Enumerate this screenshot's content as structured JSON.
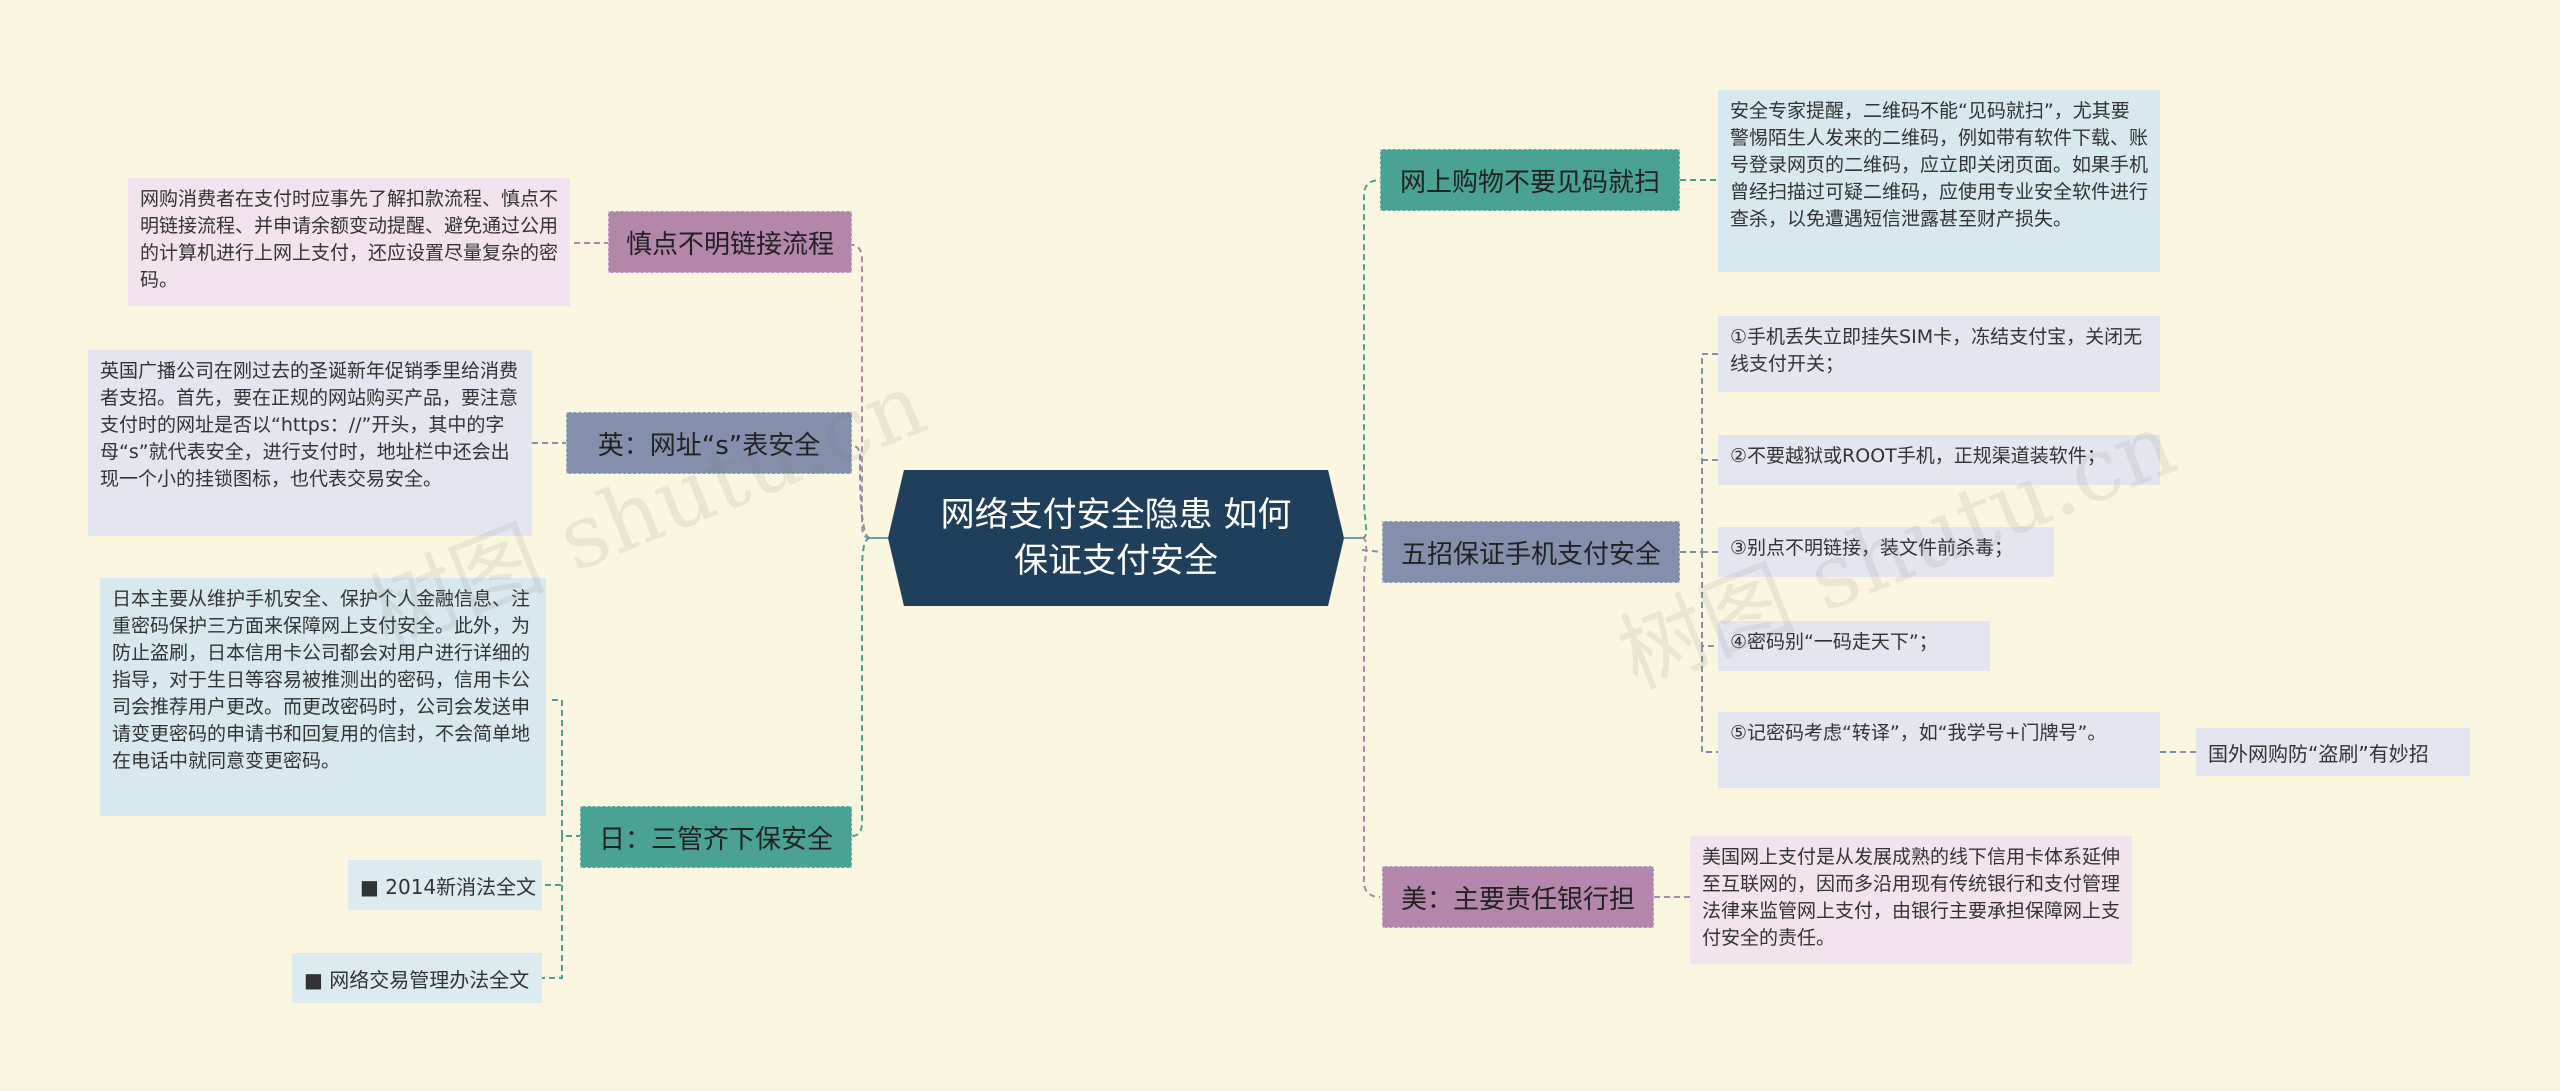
{
  "center": {
    "title": "网络支付安全隐患 如何保证支付安全"
  },
  "left": [
    {
      "id": "caution",
      "label": "慎点不明链接流程",
      "color": "#b386ac",
      "detail": "网购消费者在支付时应事先了解扣款流程、慎点不明链接流程、并申请余额变动提醒、避免通过公用的计算机进行上网上支付，还应设置尽量复杂的密码。"
    },
    {
      "id": "uk",
      "label": "英：网址“s”表安全",
      "color": "#8490ab",
      "detail": "英国广播公司在刚过去的圣诞新年促销季里给消费者支招。首先，要在正规的网站购买产品，要注意支付时的网址是否以“https：//”开头，其中的字母“s”就代表安全，进行支付时，地址栏中还会出现一个小的挂锁图标，也代表交易安全。"
    },
    {
      "id": "japan",
      "label": "日：三管齐下保安全",
      "color": "#4aa294",
      "detail": "日本主要从维护手机安全、保护个人金融信息、注重密码保护三方面来保障网上支付安全。此外，为防止盗刷，日本信用卡公司都会对用户进行详细的指导，对于生日等容易被推测出的密码，信用卡公司会推荐用户更改。而更改密码时，公司会发送申请变更密码的申请书和回复用的信封，不会简单地在电话中就同意变更密码。",
      "links": [
        "■ 2014新消法全文",
        "■ 网络交易管理办法全文"
      ]
    }
  ],
  "right": [
    {
      "id": "qr",
      "label": "网上购物不要见码就扫",
      "color": "#4aa294",
      "detail": "安全专家提醒，二维码不能“见码就扫”，尤其要警惕陌生人发来的二维码，例如带有软件下载、账号登录网页的二维码，应立即关闭页面。如果手机曾经扫描过可疑二维码，应使用专业安全软件进行查杀，以免遭遇短信泄露甚至财产损失。"
    },
    {
      "id": "five",
      "label": "五招保证手机支付安全",
      "color": "#8490ab",
      "tips": [
        "①手机丢失立即挂失SIM卡，冻结支付宝，关闭无线支付开关；",
        "②不要越狱或ROOT手机，正规渠道装软件；",
        "③别点不明链接，装文件前杀毒；",
        "④密码别“一码走天下”；",
        "⑤记密码考虑“转译”，如“我学号+门牌号”。"
      ],
      "tip_extra": "国外网购防“盗刷”有妙招"
    },
    {
      "id": "usa",
      "label": "美：主要责任银行担",
      "color": "#b386ac",
      "detail": "美国网上支付是从发展成熟的线下信用卡体系延伸至互联网的，因而多沿用现有传统银行和支付管理法律来监管网上支付，由银行主要承担保障网上支付安全的责任。"
    }
  ],
  "watermarks": [
    "树图 shutu.cn",
    "树图 shutu.cn"
  ]
}
